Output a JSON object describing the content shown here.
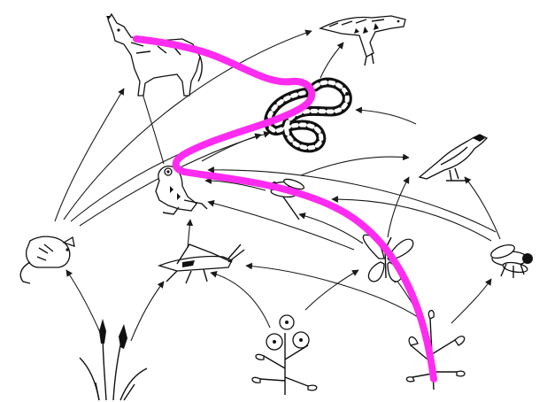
{
  "diagram": {
    "kind": "food-web",
    "organisms": [
      {
        "id": "wolf",
        "icon": "wolf-icon"
      },
      {
        "id": "hawk",
        "icon": "hawk-icon"
      },
      {
        "id": "snake",
        "icon": "snake-icon"
      },
      {
        "id": "bird",
        "icon": "bird-icon"
      },
      {
        "id": "frog",
        "icon": "frog-icon"
      },
      {
        "id": "dragonfly",
        "icon": "dragonfly-icon"
      },
      {
        "id": "mouse",
        "icon": "mouse-icon"
      },
      {
        "id": "grasshopper",
        "icon": "grasshopper-icon"
      },
      {
        "id": "butterfly",
        "icon": "butterfly-icon"
      },
      {
        "id": "fly",
        "icon": "fly-icon"
      },
      {
        "id": "wheat",
        "icon": "wheat-icon"
      },
      {
        "id": "flowering-plant",
        "icon": "flowering-plant-icon"
      },
      {
        "id": "shrub",
        "icon": "shrub-icon"
      }
    ],
    "links": [
      {
        "from": "wheat",
        "to": "mouse"
      },
      {
        "from": "wheat",
        "to": "grasshopper"
      },
      {
        "from": "flowering-plant",
        "to": "grasshopper"
      },
      {
        "from": "flowering-plant",
        "to": "butterfly"
      },
      {
        "from": "shrub",
        "to": "butterfly"
      },
      {
        "from": "shrub",
        "to": "grasshopper"
      },
      {
        "from": "shrub",
        "to": "fly"
      },
      {
        "from": "grasshopper",
        "to": "frog"
      },
      {
        "from": "butterfly",
        "to": "frog"
      },
      {
        "from": "butterfly",
        "to": "bird"
      },
      {
        "from": "butterfly",
        "to": "dragonfly"
      },
      {
        "from": "fly",
        "to": "bird"
      },
      {
        "from": "fly",
        "to": "dragonfly"
      },
      {
        "from": "fly",
        "to": "frog"
      },
      {
        "from": "dragonfly",
        "to": "frog"
      },
      {
        "from": "dragonfly",
        "to": "bird"
      },
      {
        "from": "mouse",
        "to": "wolf"
      },
      {
        "from": "mouse",
        "to": "hawk"
      },
      {
        "from": "mouse",
        "to": "snake"
      },
      {
        "from": "frog",
        "to": "snake"
      },
      {
        "from": "frog",
        "to": "wolf"
      },
      {
        "from": "bird",
        "to": "snake"
      },
      {
        "from": "snake",
        "to": "hawk"
      }
    ],
    "highlight_path": {
      "color": "#ff2bf0",
      "through": [
        "shrub",
        "frog",
        "snake",
        "wolf"
      ]
    }
  }
}
